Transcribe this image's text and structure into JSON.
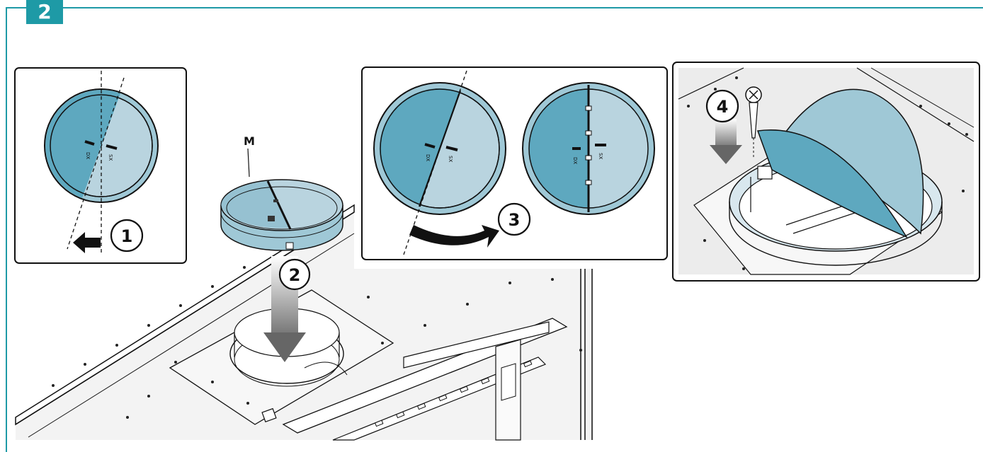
{
  "step_number": "2",
  "label_m": "M",
  "callouts": {
    "c1": "1",
    "c2": "2",
    "c3": "3",
    "c4": "4"
  },
  "flap_marks": {
    "dx": "DX",
    "sx": "SX"
  },
  "colors": {
    "accent": "#1e9aa6",
    "flap_dark": "#5ea8bf",
    "flap_light": "#b9d4df",
    "panel_bg": "#ececec"
  }
}
